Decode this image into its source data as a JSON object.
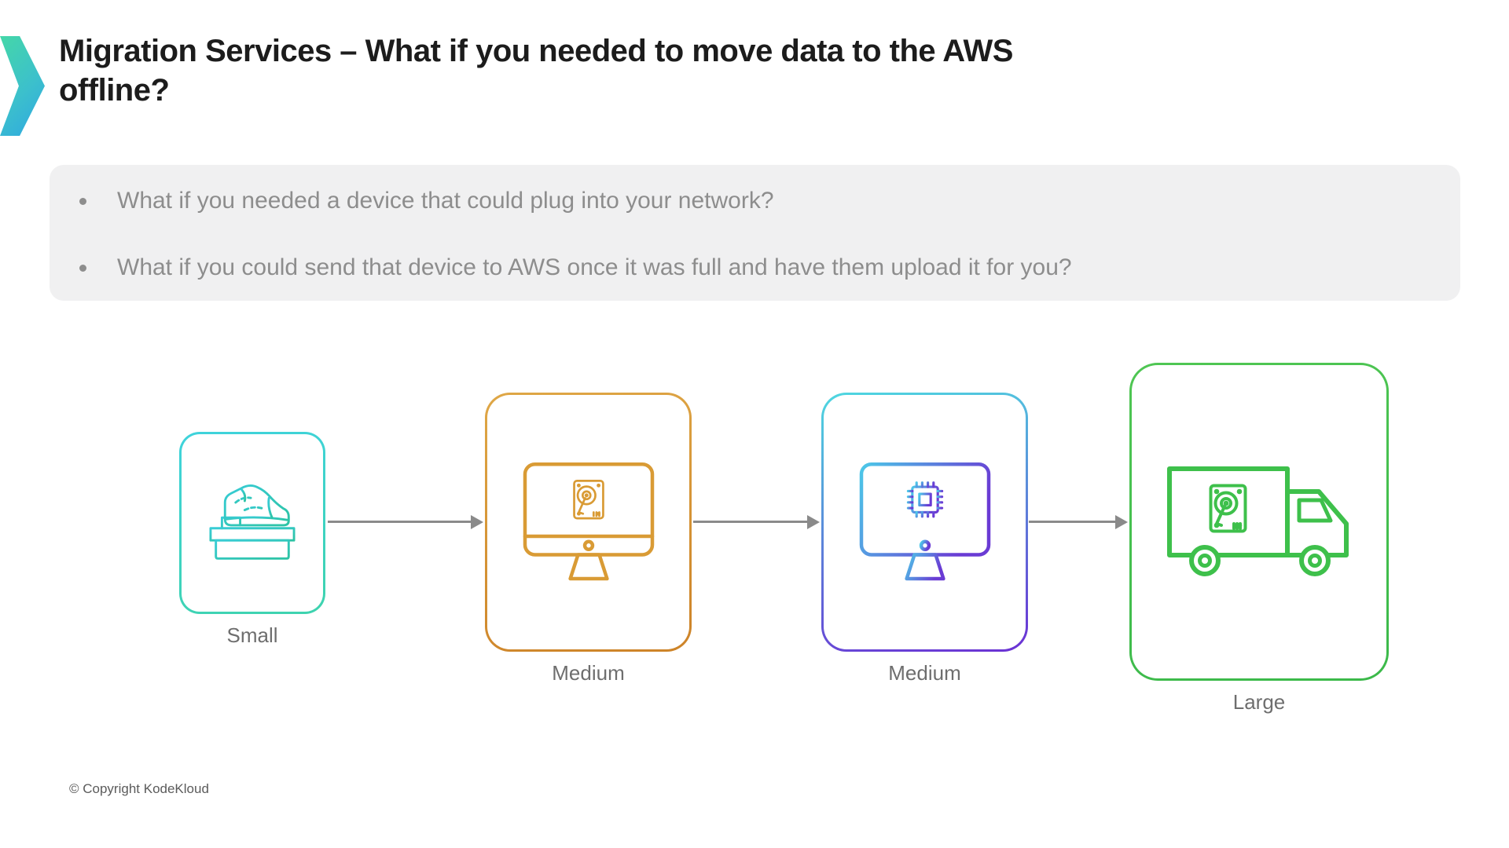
{
  "header": {
    "title_line1": "Migration Services – What if you needed to move data to the AWS",
    "title_line2": "offline?"
  },
  "questions": {
    "items": [
      "What if you needed a device that could plug into your network?",
      "What if you could send that device to AWS once it was full and have them upload it for you?"
    ]
  },
  "flow": {
    "devices": [
      {
        "label": "Small",
        "icon": "shoebox-icon",
        "color_start": "#3fd3dc",
        "color_end": "#3ed3ae"
      },
      {
        "label": "Medium",
        "icon": "imac-harddrive-icon",
        "color_start": "#dfa746",
        "color_end": "#cd8328"
      },
      {
        "label": "Medium",
        "icon": "imac-chip-icon",
        "color_start": "#4ed8e0",
        "color_end": "#6b30d4"
      },
      {
        "label": "Large",
        "icon": "truck-harddrive-icon",
        "color_start": "#4fc653",
        "color_end": "#3bb94a"
      }
    ],
    "arrow_color": "#8a8a8a"
  },
  "footer": {
    "copyright": "© Copyright KodeKloud"
  },
  "colors": {
    "background": "#ffffff",
    "panel_background": "#f0f0f1",
    "title_text": "#1c1c1c",
    "bullet_text": "#8d8d8d",
    "label_text": "#6e6e6e",
    "chevron_gradient_start": "#45d7a8",
    "chevron_gradient_end": "#2ea6e2"
  }
}
